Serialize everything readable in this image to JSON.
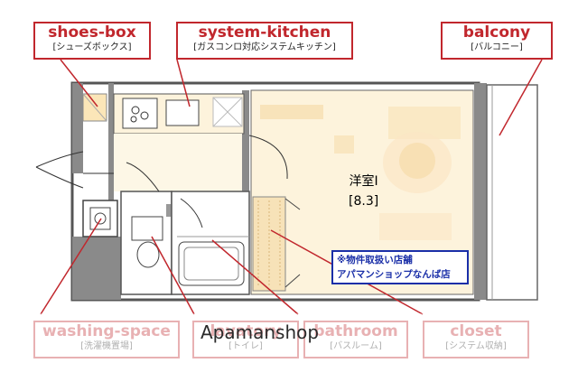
{
  "labels": {
    "shoes_box": {
      "en": "shoes-box",
      "jp": "[シューズボックス]"
    },
    "system_kitchen": {
      "en": "system-kitchen",
      "jp": "[ガスコンロ対応システムキッチン]"
    },
    "balcony": {
      "en": "balcony",
      "jp": "[バルコニー]"
    },
    "washing_space": {
      "en": "washing-space",
      "jp": "[洗濯機置場]"
    },
    "lavatory": {
      "en": "lavatory",
      "jp": "[トイレ]"
    },
    "bathroom": {
      "en": "bathroom",
      "jp": "[バスルーム]"
    },
    "closet": {
      "en": "closet",
      "jp": "[システム収納]"
    }
  },
  "room": {
    "name": "洋室Ⅰ",
    "size": "[8.3]"
  },
  "notice": {
    "line1": "※物件取扱い店舗",
    "line2": "アパマンショップなんば店"
  },
  "watermark": "Apamanshop",
  "colors": {
    "accent_red": "#c1272d",
    "notice_blue": "#1a2fa8",
    "room_fill": "#fdf3dc",
    "wall": "#8a8a8a"
  }
}
